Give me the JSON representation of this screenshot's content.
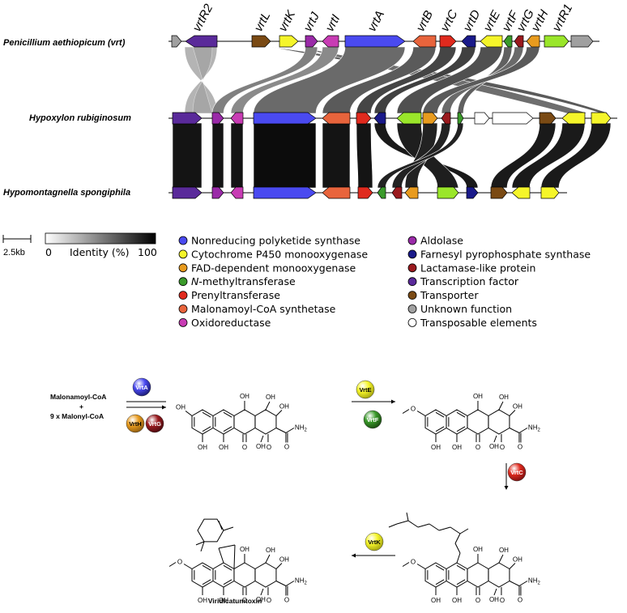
{
  "species": {
    "p1": "Penicillium aethiopicum (vrt)",
    "p2": "Hypoxylon rubiginosum",
    "p3": "Hypomontagnella spongiphila"
  },
  "genes": [
    "vrtR2",
    "vrtL",
    "vrtK",
    "vrtJ",
    "vrtI",
    "vrtA",
    "vrtB",
    "vrtC",
    "vrtD",
    "vrtE",
    "vrtF",
    "vrtG",
    "vrtH",
    "vrtR1"
  ],
  "scale": {
    "bar_label": "2.5kb",
    "min": "0",
    "title": "Identity (%)",
    "max": "100"
  },
  "legend": {
    "col1": [
      {
        "label": "Nonreducing polyketide synthase",
        "color": "#4a4af0"
      },
      {
        "label": "Cytochrome P450 monooxygenase",
        "color": "#f5f52a"
      },
      {
        "label": "FAD-dependent monooxygenase",
        "color": "#e89b1e"
      },
      {
        "label_html": "<tspan font-style='italic'>N</tspan>-methyltransferase",
        "label": "N-methyltransferase",
        "color": "#3a9a2a"
      },
      {
        "label": "Prenyltransferase",
        "color": "#e02a1e"
      },
      {
        "label": "Malonamoyl-CoA synthetase",
        "color": "#e8643c"
      },
      {
        "label": "Oxidoreductase",
        "color": "#c83cb4"
      }
    ],
    "col2": [
      {
        "label": "Aldolase",
        "color": "#9a2aa8"
      },
      {
        "label": "Farnesyl pyrophosphate synthase",
        "color": "#1a1a8a"
      },
      {
        "label": "Lactamase-like protein",
        "color": "#9a1a1e"
      },
      {
        "label": "Transcription factor",
        "color": "#5a2a9a"
      },
      {
        "label": "Transporter",
        "color": "#7a4a14"
      },
      {
        "label": "Unknown function",
        "color": "#a0a0a0"
      },
      {
        "label": "Transposable elements",
        "color": "#ffffff"
      }
    ]
  },
  "pathway": {
    "substrate1": "Malonamoyl-CoA",
    "plus": "+",
    "substrate2": "9 x Malonyl-CoA",
    "enzymes": {
      "vrtA": {
        "label": "VrtA",
        "color": "#4a4af0"
      },
      "vrtH": {
        "label": "VrtH",
        "color": "#e89b1e"
      },
      "vrtG": {
        "label": "VrtG",
        "color": "#9a1a1e"
      },
      "vrtE": {
        "label": "VrtE",
        "color": "#f5f52a"
      },
      "vrtF": {
        "label": "VrtF",
        "color": "#3a9a2a"
      },
      "vrtC": {
        "label": "VrtC",
        "color": "#e02a1e"
      },
      "vrtK": {
        "label": "VrtK",
        "color": "#f5f52a"
      }
    },
    "atoms": {
      "oh": "OH",
      "o": "O",
      "nh2": "NH",
      "nh2_sub": "2"
    },
    "product": "Viridicatumtoxin"
  }
}
